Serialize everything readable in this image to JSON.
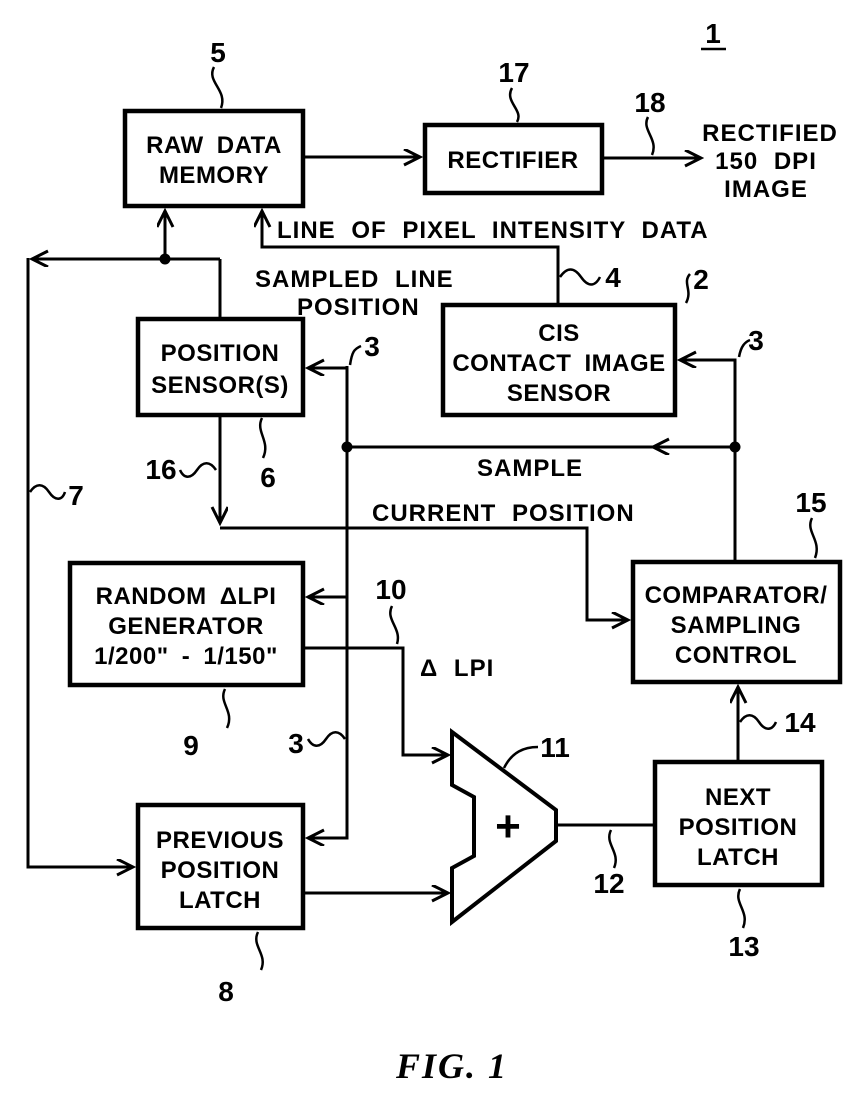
{
  "figure": {
    "id_label": "1",
    "caption": "FIG. 1"
  },
  "boxes": {
    "raw_data_memory": {
      "line1": "RAW DATA",
      "line2": "MEMORY"
    },
    "rectifier": {
      "line1": "RECTIFIER"
    },
    "cis": {
      "line1": "CIS",
      "line2": "CONTACT IMAGE",
      "line3": "SENSOR"
    },
    "position_sensor": {
      "line1": "POSITION",
      "line2": "SENSOR(S)"
    },
    "random_generator": {
      "line1": "RANDOM ΔLPI",
      "line2": "GENERATOR",
      "line3": "1/200\" - 1/150\""
    },
    "comparator": {
      "line1": "COMPARATOR/",
      "line2": "SAMPLING",
      "line3": "CONTROL"
    },
    "previous_latch": {
      "line1": "PREVIOUS",
      "line2": "POSITION",
      "line3": "LATCH"
    },
    "next_latch": {
      "line1": "NEXT",
      "line2": "POSITION",
      "line3": "LATCH"
    },
    "adder": {
      "symbol": "+"
    }
  },
  "signals": {
    "pixel_data": "LINE OF PIXEL INTENSITY DATA",
    "sampled_line_1": "SAMPLED LINE",
    "sampled_line_2": "POSITION",
    "sample": "SAMPLE",
    "current_position": "CURRENT POSITION",
    "delta_lpi": "Δ LPI",
    "rectified_1": "RECTIFIED",
    "rectified_2": "150 DPI",
    "rectified_3": "IMAGE"
  },
  "refs": {
    "r1": "1",
    "r2": "2",
    "r3": "3",
    "r4": "4",
    "r5": "5",
    "r6": "6",
    "r7": "7",
    "r8": "8",
    "r9": "9",
    "r10": "10",
    "r11": "11",
    "r12": "12",
    "r13": "13",
    "r14": "14",
    "r15": "15",
    "r16": "16",
    "r17": "17",
    "r18": "18"
  },
  "colors": {
    "ink": "#000000",
    "paper": "#ffffff"
  }
}
